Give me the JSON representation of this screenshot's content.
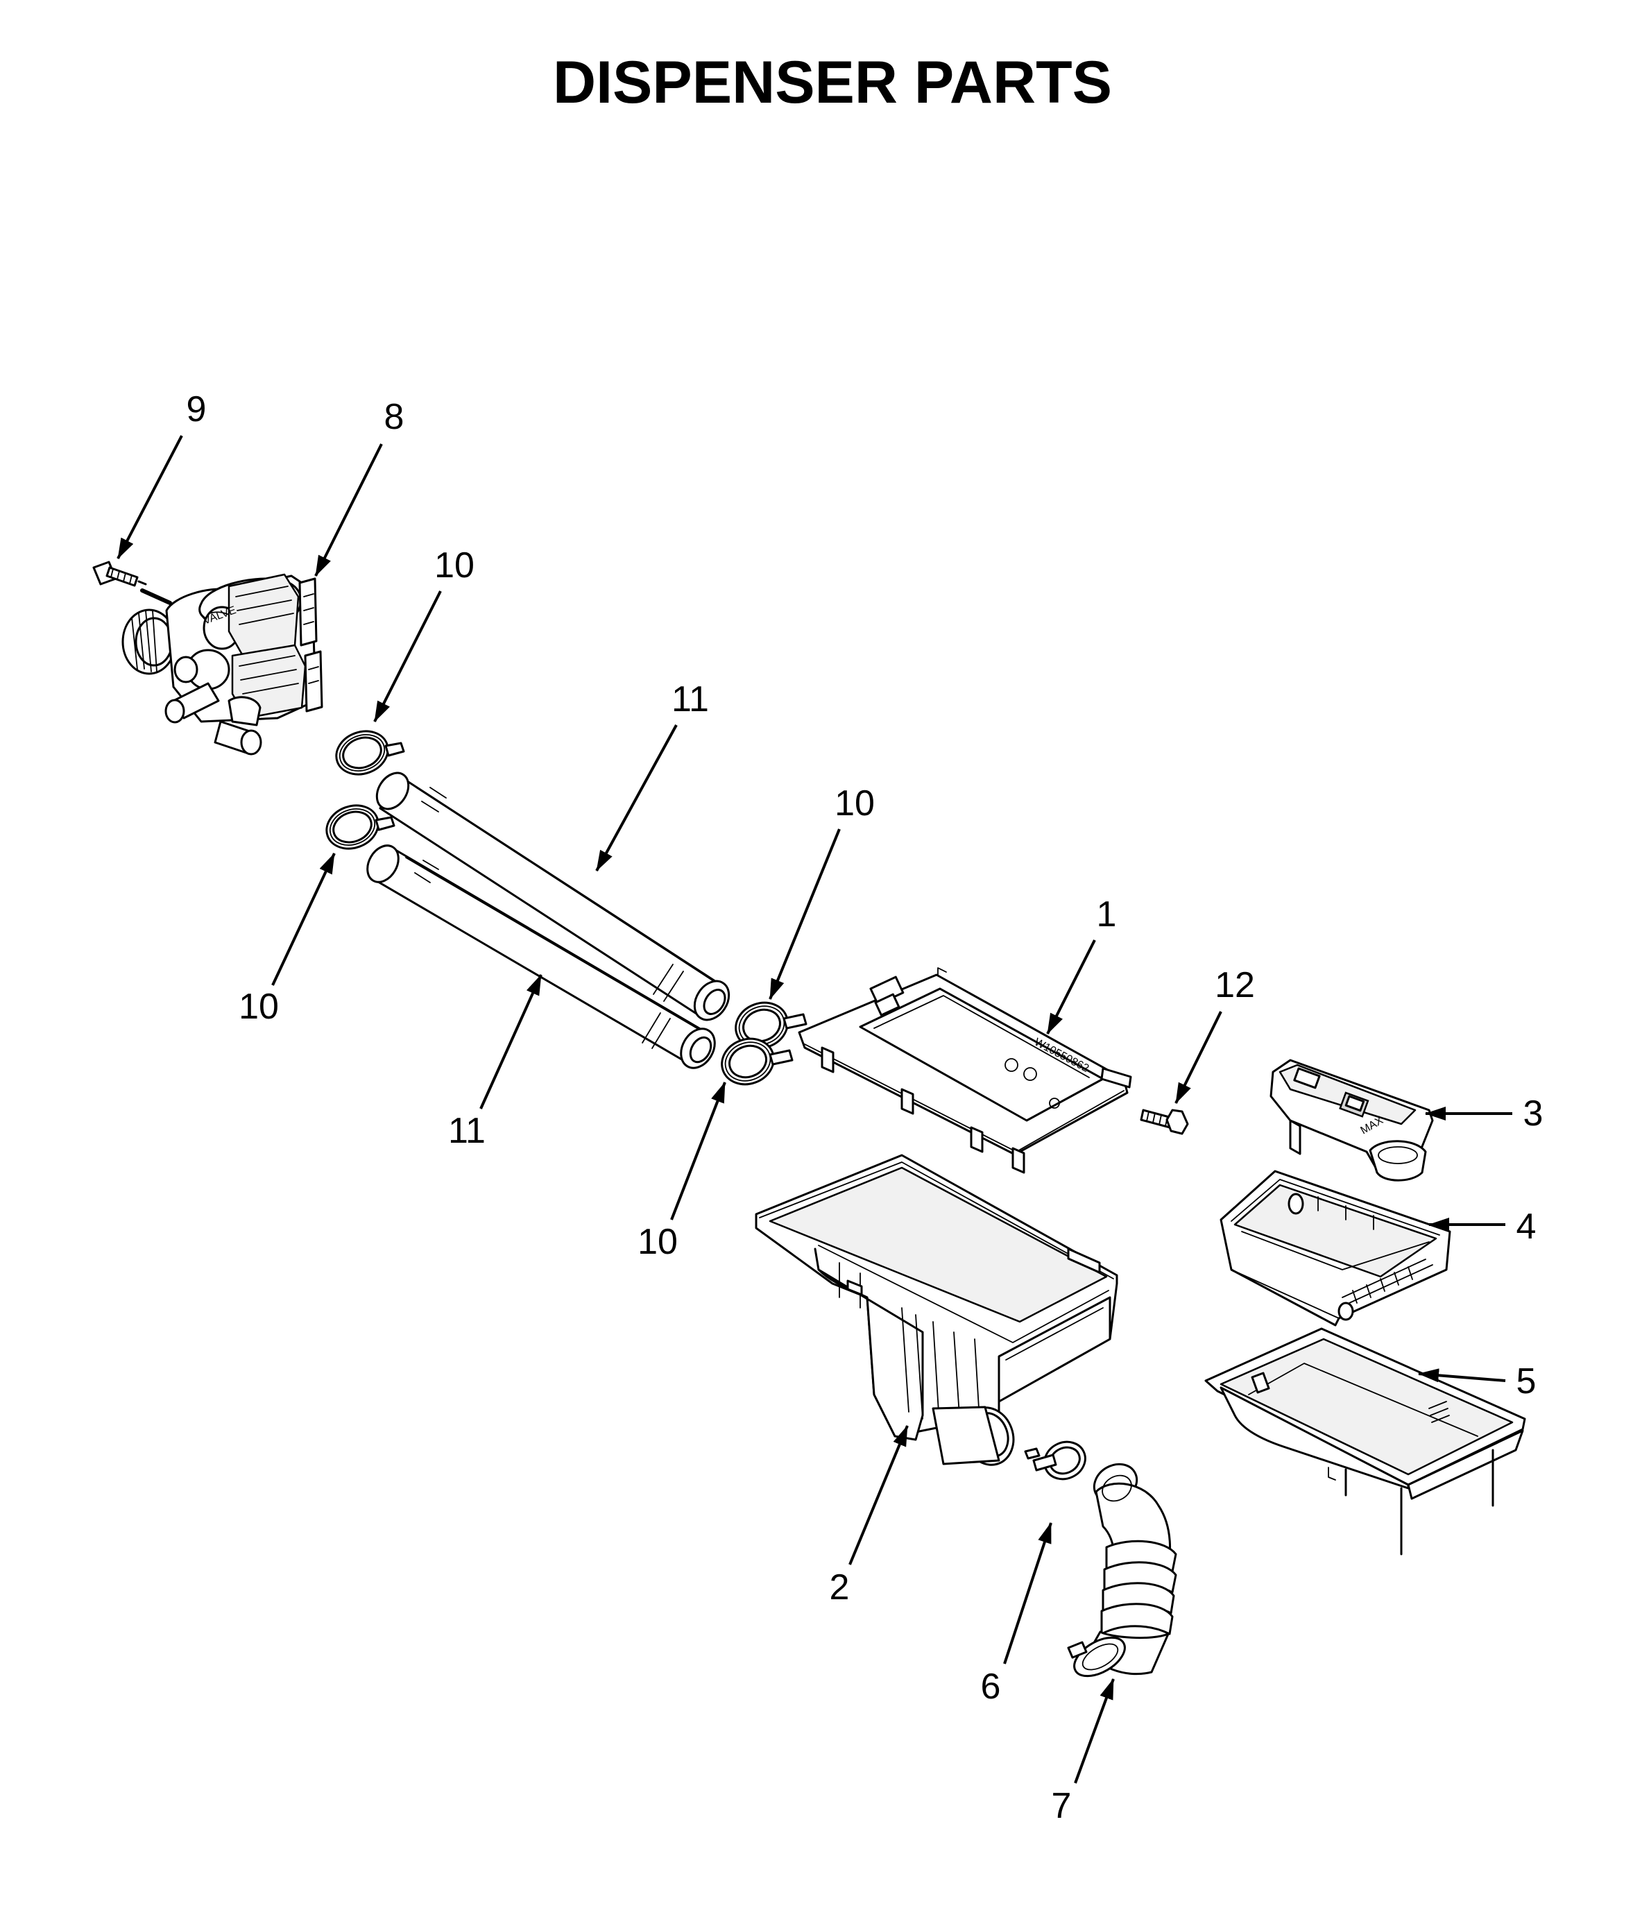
{
  "title": "DISPENSER PARTS",
  "callouts": {
    "c1": "1",
    "c2": "2",
    "c3": "3",
    "c4": "4",
    "c5": "5",
    "c6": "6",
    "c7": "7",
    "c8": "8",
    "c9": "9",
    "c10a": "10",
    "c10b": "10",
    "c10c": "10",
    "c10d": "10",
    "c11a": "11",
    "c11b": "11",
    "c12": "12"
  }
}
